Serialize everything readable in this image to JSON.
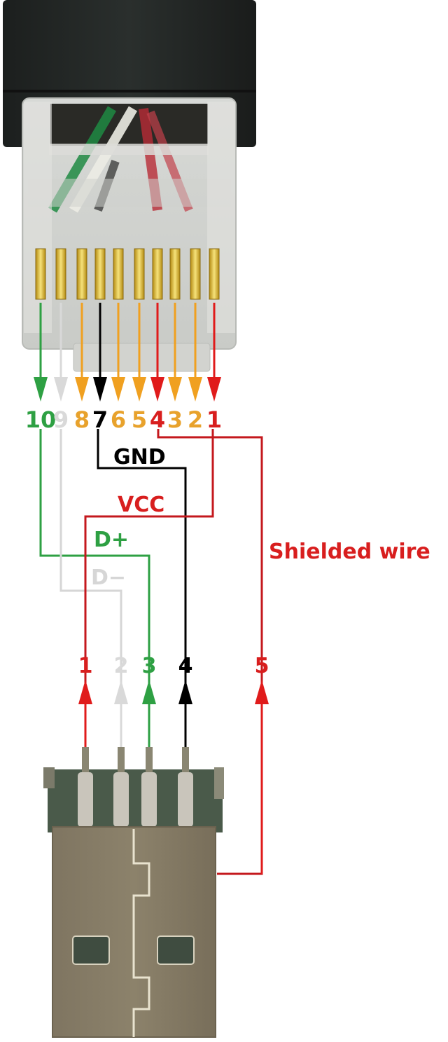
{
  "title": "RJ (10-pin) to USB-A pinout wiring diagram",
  "colors": {
    "green": "#2ea043",
    "white": "#d9d9d9",
    "orange": "#f0a020",
    "black": "#000000",
    "red": "#e01b1b",
    "dark_red": "#c4181d",
    "label_red": "#d81e1e"
  },
  "rj_connector": {
    "name": "RJ 10-pin plug",
    "pins": [
      {
        "number": "10",
        "color": "green"
      },
      {
        "number": "9",
        "color": "white"
      },
      {
        "number": "8",
        "color": "orange"
      },
      {
        "number": "7",
        "color": "black"
      },
      {
        "number": "6",
        "color": "orange"
      },
      {
        "number": "5",
        "color": "orange"
      },
      {
        "number": "4",
        "color": "red"
      },
      {
        "number": "3",
        "color": "orange"
      },
      {
        "number": "2",
        "color": "orange"
      },
      {
        "number": "1",
        "color": "red"
      }
    ]
  },
  "signals": {
    "gnd": "GND",
    "vcc": "VCC",
    "d_plus": "D+",
    "d_minus": "D−",
    "shield": "Shielded wire"
  },
  "usb_connector": {
    "name": "USB-A male plug",
    "pins": [
      {
        "number": "1",
        "color": "red"
      },
      {
        "number": "2",
        "color": "white"
      },
      {
        "number": "3",
        "color": "green"
      },
      {
        "number": "4",
        "color": "black"
      },
      {
        "number": "5",
        "color": "red"
      }
    ]
  },
  "connections": [
    {
      "rj_pin": "1",
      "usb_pin": "1",
      "signal": "VCC"
    },
    {
      "rj_pin": "9",
      "usb_pin": "2",
      "signal": "D−"
    },
    {
      "rj_pin": "10",
      "usb_pin": "3",
      "signal": "D+"
    },
    {
      "rj_pin": "7",
      "usb_pin": "4",
      "signal": "GND"
    },
    {
      "rj_pin": "4",
      "usb_pin": "5",
      "signal": "Shielded wire"
    }
  ]
}
